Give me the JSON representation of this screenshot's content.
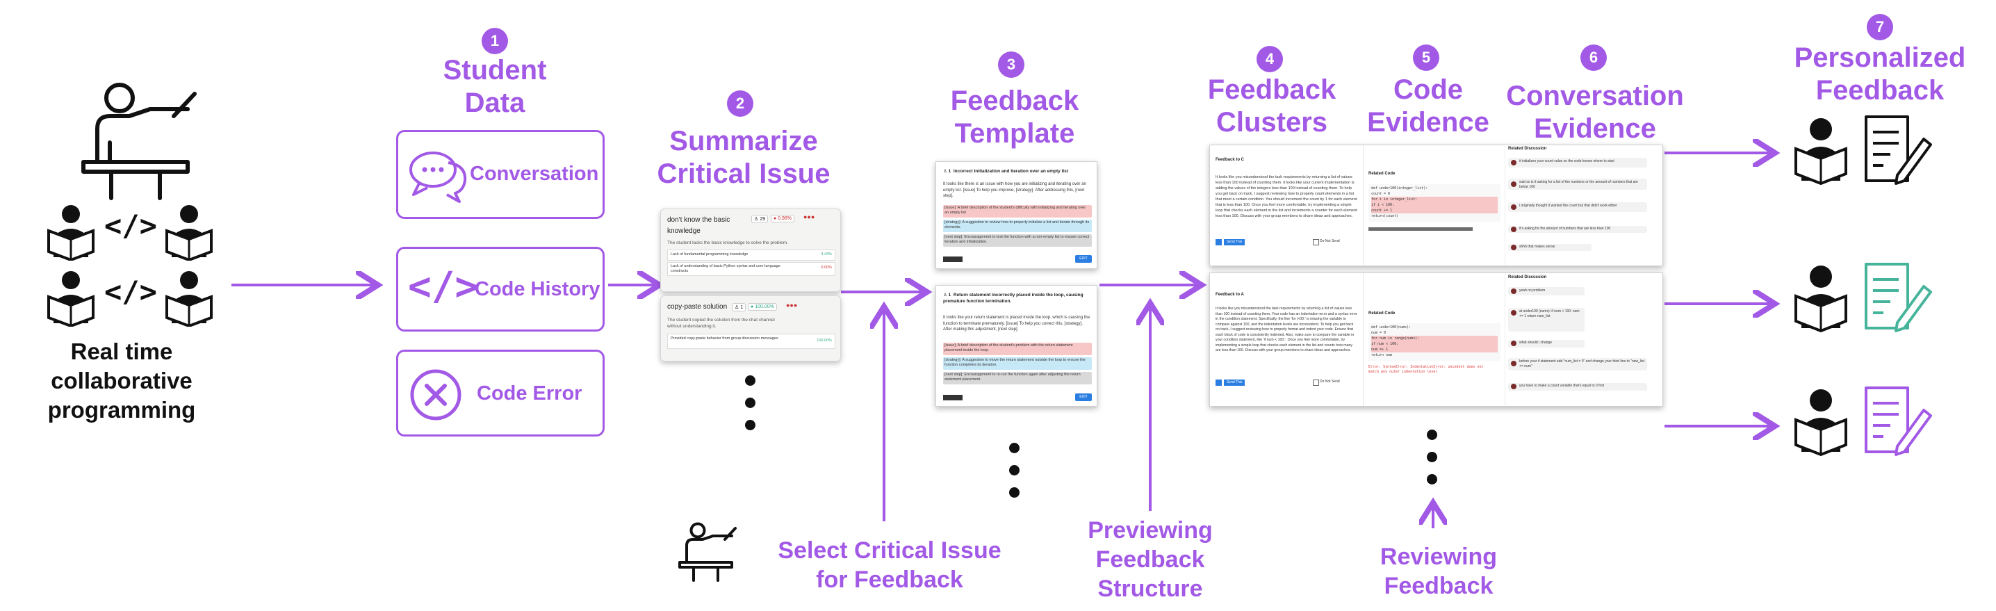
{
  "left": {
    "label_lines": [
      "Real time",
      "collaborative",
      "programming"
    ],
    "code_symbol": "</>"
  },
  "steps": [
    {
      "num": "1",
      "title_lines": [
        "Student",
        "Data"
      ]
    },
    {
      "num": "2",
      "title_lines": [
        "Summarize",
        "Critical Issue"
      ]
    },
    {
      "num": "3",
      "title_lines": [
        "Feedback",
        "Template"
      ]
    },
    {
      "num": "4",
      "title_lines": [
        "Feedback",
        "Clusters"
      ]
    },
    {
      "num": "5",
      "title_lines": [
        "Code",
        "Evidence"
      ]
    },
    {
      "num": "6",
      "title_lines": [
        "Conversation",
        "Evidence"
      ]
    },
    {
      "num": "7",
      "title_lines": [
        "Personalized",
        "Feedback"
      ]
    }
  ],
  "student_data": {
    "conversation": "Conversation",
    "code_history": "Code History",
    "code_error": "Code Error"
  },
  "issues": [
    {
      "title": "don't know the basic knowledge",
      "count": "29",
      "percent": "0.98%",
      "desc": "The student lacks the basic knowledge to solve the problem.",
      "items": [
        {
          "text": "Lack of fundamental programming knowledge",
          "stat": "4.43%"
        },
        {
          "text": "Lack of understanding of basic Python syntax and core language constructs",
          "stat": "0.00%"
        }
      ]
    },
    {
      "title": "copy-paste solution",
      "count": "1",
      "percent": "100.00%",
      "desc": "The student copied the solution from the chat channel without understanding it.",
      "items": [
        {
          "text": "Provided copy-paste behavior from group discussion messages",
          "stat": "100.00%"
        }
      ]
    }
  ],
  "templates": [
    {
      "title": "Incorrect Initialization and Iteration over an empty list",
      "body": "It looks like there is an issue with how you are initializing and iterating over an empty list. [issue] To help you improve, [strategy]. After addressing this, [next step].",
      "issue": "[issue]: A brief description of the student's difficulty with initializing and iterating over an empty list",
      "strategy": "[strategy]: A suggestion to review how to properly initialize a list and iterate through its elements.",
      "next": "[next step]: Encouragement to test the function with a non-empty list to ensure correct iteration and initialization.",
      "edit": "EDIT"
    },
    {
      "title": "Return statement incorrectly placed inside the loop, causing premature function termination.",
      "body": "It looks like your return statement is placed inside the loop, which is causing the function to terminate prematurely. [issue] To help you correct this, [strategy]. After making this adjustment, [next step].",
      "issue": "[issue]: A brief description of the student's problem with the return statement placement inside the loop.",
      "strategy": "[strategy]: A suggestion to move the return statement outside the loop to ensure the function completes its iteration.",
      "next": "[next step]: Encouragement to re-run the function again after adjusting the return statement placement.",
      "edit": "EDIT"
    }
  ],
  "clusters": [
    {
      "header": "Feedback to C",
      "body": "It looks like you misunderstood the task requirements by returning a list of values less than 100 instead of counting them. It looks like your current implementation is adding the values of the integers less than 100 instead of counting them. To help you get back on track, I suggest reviewing how to properly count elements in a list that meet a certain condition. You should increment the count by 1 for each element that is less than 100. Once you feel more comfortable, try implementing a simple loop that checks each element in the list and increments a counter for each element less than 100. Discuss with your group members to share ideas and approaches.",
      "send": "Send This",
      "nosend": "Do Not Send",
      "related_code": "Related Code",
      "code": [
        "def under100(integer_list):",
        "    count = 0",
        "    for i in integer_list:",
        "        if i < 100:",
        "            count += 1",
        "    return(count)"
      ],
      "related_disc": "Related Discussion",
      "messages": [
        "it initializes your count value so the code knows where to start",
        "wait so is it asking for a list of the numbers or the amount of numbers that are below 100",
        "i originally thought it wanted the count but that didn't work either",
        "it's asking for the amount of numbers that are less than 100",
        "shhh that makes sense"
      ]
    },
    {
      "header": "Feedback to A",
      "body": "It looks like you misunderstood the task requirements by returning a list of values less than 100 instead of counting them. Your code has an indentation error and a syntax error in the condition statement. Specifically, the line 'for i<00:' is missing the variable to compare against 100, and the indentation levels are inconsistent. To help you get back on track, I suggest reviewing how to properly format and indent your code. Ensure that each block of code is consistently indented. Also, make sure to compare the variable in your condition statement, like 'if num < 100:'. Once you feel more comfortable, try implementing a simple loop that checks each element in the list and counts how many are less than 100. Discuss with your group members to share ideas and approaches.",
      "send": "Send This",
      "nosend": "Do Not Send",
      "related_code": "Related Code",
      "code": [
        "def under100(nums):",
        "    num = 0",
        "    for num in range(nums):",
        "        if num < 100:",
        "        num =+ 1",
        "    return num"
      ],
      "error": "Error: SyntaxError: IndentationError: unindent does not match any outer indentation level",
      "related_disc": "Related Discussion",
      "messages": [
        "yeah no problem",
        "at under100 (nums): if num < 100: num += 1 return num_list",
        "what should i change",
        "before your if statement add \"num_list = 0\" and change your third line to \"new_list += num\"",
        "you have to make a count variable that's equal to 0 first"
      ]
    }
  ],
  "bottom": {
    "select_issue": [
      "Select Critical Issue",
      "for Feedback"
    ],
    "previewing": [
      "Previewing",
      "Feedback",
      "Structure"
    ],
    "reviewing": [
      "Reviewing",
      "Feedback"
    ]
  },
  "colors": {
    "accent": "#a259e6",
    "issue_band": "#f7c6c6",
    "strategy_band": "#c6e8f7",
    "next_band": "#d9d9d9",
    "teal_doc": "#45b49a",
    "purple_doc": "#a259e6"
  }
}
